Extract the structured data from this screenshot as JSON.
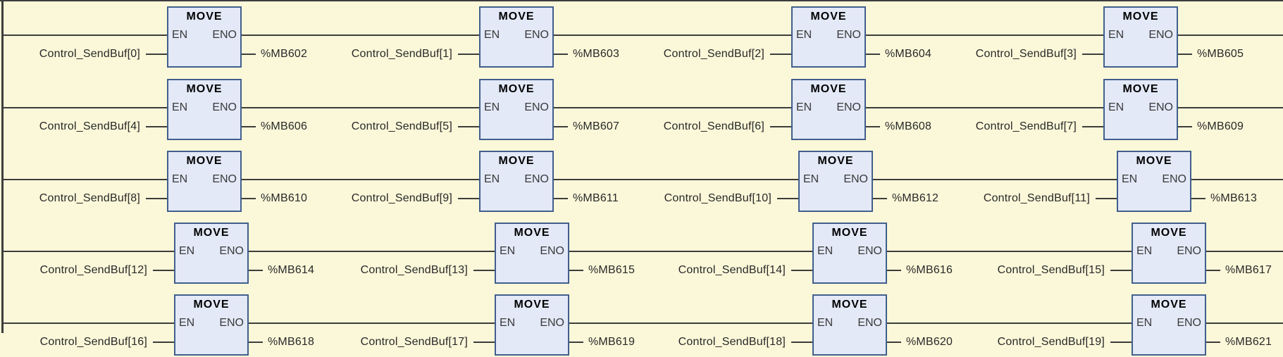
{
  "colors": {
    "background": "#FBF8D9",
    "block_fill": "#E3E9F7",
    "block_border": "#415F8D",
    "wire": "#3D3D3D",
    "operand_text": "#282828",
    "pin_text": "#3A3A3A",
    "block_title_text": "#000000"
  },
  "block": {
    "title": "MOVE",
    "en_pin": "EN",
    "eno_pin": "ENO"
  },
  "network": {
    "rows": [
      {
        "cells": [
          {
            "input": "Control_SendBuf[0]",
            "output": "%MB602"
          },
          {
            "input": "Control_SendBuf[1]",
            "output": "%MB603"
          },
          {
            "input": "Control_SendBuf[2]",
            "output": "%MB604"
          },
          {
            "input": "Control_SendBuf[3]",
            "output": "%MB605"
          }
        ]
      },
      {
        "cells": [
          {
            "input": "Control_SendBuf[4]",
            "output": "%MB606"
          },
          {
            "input": "Control_SendBuf[5]",
            "output": "%MB607"
          },
          {
            "input": "Control_SendBuf[6]",
            "output": "%MB608"
          },
          {
            "input": "Control_SendBuf[7]",
            "output": "%MB609"
          }
        ]
      },
      {
        "cells": [
          {
            "input": "Control_SendBuf[8]",
            "output": "%MB610"
          },
          {
            "input": "Control_SendBuf[9]",
            "output": "%MB611"
          },
          {
            "input": "Control_SendBuf[10]",
            "output": "%MB612"
          },
          {
            "input": "Control_SendBuf[11]",
            "output": "%MB613"
          }
        ]
      },
      {
        "cells": [
          {
            "input": "Control_SendBuf[12]",
            "output": "%MB614"
          },
          {
            "input": "Control_SendBuf[13]",
            "output": "%MB615"
          },
          {
            "input": "Control_SendBuf[14]",
            "output": "%MB616"
          },
          {
            "input": "Control_SendBuf[15]",
            "output": "%MB617"
          }
        ]
      },
      {
        "cells": [
          {
            "input": "Control_SendBuf[16]",
            "output": "%MB618"
          },
          {
            "input": "Control_SendBuf[17]",
            "output": "%MB619"
          },
          {
            "input": "Control_SendBuf[18]",
            "output": "%MB620"
          },
          {
            "input": "Control_SendBuf[19]",
            "output": "%MB621"
          }
        ]
      }
    ]
  }
}
